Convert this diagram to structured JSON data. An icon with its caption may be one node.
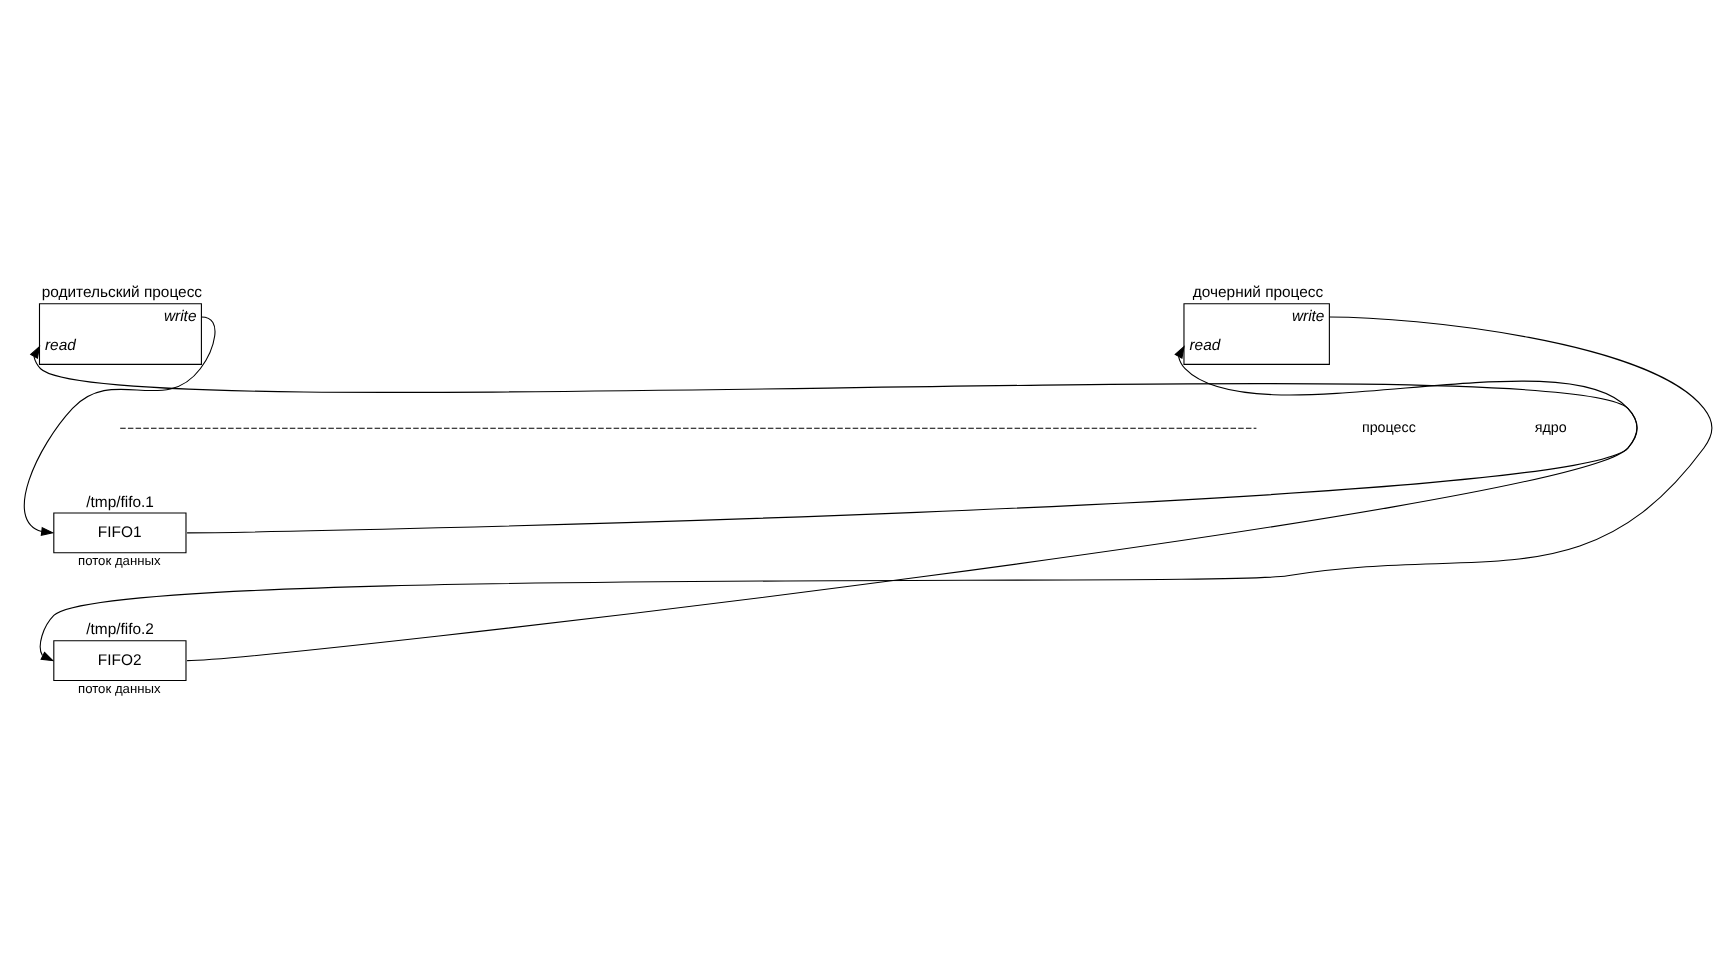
{
  "diagram": {
    "nodes": [
      {
        "text": [
          "родительский процесс",
          "write",
          "read"
        ]
      },
      {
        "text": [
          "дочерний процесс",
          "write",
          "read"
        ]
      },
      {
        "text": [
          "/tmp/fifo.1",
          "FIFO1"
        ],
        "beside": [
          "поток данных"
        ]
      },
      {
        "text": [
          "/tmp/fifo.2",
          "FIFO2"
        ],
        "beside": [
          "поток данных"
        ]
      }
    ],
    "edges": [
      {
        "from": 0,
        "to": 2,
        "arrow": "to"
      },
      {
        "from": 2,
        "to": 1,
        "arrow": "to"
      },
      {
        "from": 1,
        "to": 3,
        "arrow": "to"
      },
      {
        "from": 3,
        "to": 0,
        "arrow": "to"
      }
    ],
    "labels": [
      "процесс",
      "ядро"
    ]
  }
}
